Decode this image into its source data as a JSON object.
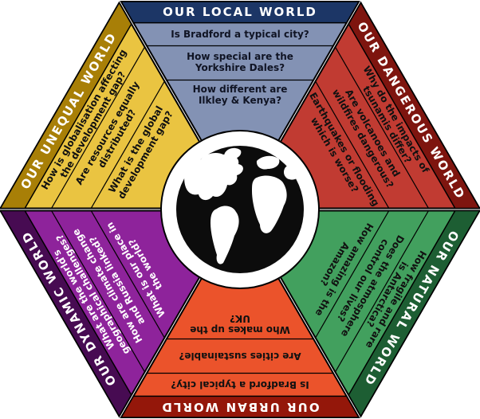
{
  "diagram_title": "Geography curriculum hexagon",
  "icons": {
    "center": "world-globe-icon"
  },
  "sectors": {
    "local": {
      "title": "OUR LOCAL WORLD",
      "color": "#8392b4",
      "dark": "#1c3666",
      "text_color": "#101424",
      "q1": {
        "l1": "Is Bradford a typical city?"
      },
      "q2": {
        "l1": "How special are the",
        "l2": "Yorkshire Dales?"
      },
      "q3": {
        "l1": "How different are",
        "l2": "Ilkley & Kenya?"
      }
    },
    "dangerous": {
      "title": "OUR DANGEROUS WORLD",
      "color": "#c13b32",
      "dark": "#7e150f",
      "text_color": "#111111",
      "q1": {
        "l1": "Why do the impacts of",
        "l2": "tsunamis differ?"
      },
      "q2": {
        "l1": "Are volcanoes and",
        "l2": "wildfires dangerous?"
      },
      "q3": {
        "l1": "Earthquakes or flooding",
        "l2": "which is worse?"
      }
    },
    "natural": {
      "title": "OUR NATURAL WORLD",
      "color": "#42a05e",
      "dark": "#1d5e33",
      "text_color": "#111111",
      "q1": {
        "l1": "How fragile and rare",
        "l2": "is Antarctica?"
      },
      "q2": {
        "l1": "Does the atmosphere",
        "l2": "control our lives?"
      },
      "q3": {
        "l1": "How amazing is the",
        "l2": "Amazon?"
      }
    },
    "urban": {
      "title": "OUR URBAN WORLD",
      "color": "#eb532b",
      "dark": "#94170a",
      "text_color": "#111111",
      "q1": {
        "l1": "Is Bradford a typical city?"
      },
      "q2": {
        "l1": "Are cities sustainable?"
      },
      "q3": {
        "l1": "Who makes up the",
        "l2": "UK?"
      }
    },
    "dynamic": {
      "title": "OUR DYNAMIC WORLD",
      "color": "#8e239b",
      "dark": "#470b52",
      "text_color": "#ffffff",
      "q1": {
        "l1": "What are the world's",
        "l2": "geographical challenges?"
      },
      "q2": {
        "l1": "How are climate change",
        "l2": "and Russia linked?"
      },
      "q3": {
        "l1": "What is our place in",
        "l2": "the world?"
      }
    },
    "unequal": {
      "title": "OUR UNEQUAL WORLD",
      "color": "#eac441",
      "dark": "#a87f07",
      "text_color": "#111111",
      "q1": {
        "l1": "How is globalisation affecting",
        "l2": "the development gap?"
      },
      "q2": {
        "l1": "Are resources equally",
        "l2": "distributed?"
      },
      "q3": {
        "l1": "What is the global",
        "l2": "development gap?"
      }
    }
  }
}
